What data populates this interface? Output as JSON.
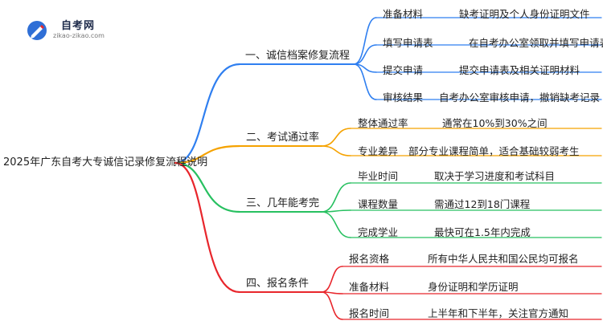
{
  "logo": {
    "title": "自考网",
    "url": "zikao-zikao.com"
  },
  "root": "2025年广东自考大专诚信记录修复流程说明",
  "colors": {
    "branch1": "#2f7ff0",
    "branch2": "#f5a200",
    "branch3": "#27c060",
    "branch4": "#e8262c"
  },
  "branches": [
    {
      "label": "一、诚信档案修复流程",
      "children": [
        {
          "label": "准备材料",
          "detail": "缺考证明及个人身份证明文件"
        },
        {
          "label": "填写申请表",
          "detail": "在自考办公室领取并填写申请表"
        },
        {
          "label": "提交申请",
          "detail": "提交申请表及相关证明材料"
        },
        {
          "label": "审核结果",
          "detail": "自考办公室审核申请，撤销缺考记录"
        }
      ]
    },
    {
      "label": "二、考试通过率",
      "children": [
        {
          "label": "整体通过率",
          "detail": "通常在10%到30%之间"
        },
        {
          "label": "专业差异",
          "detail": "部分专业课程简单，适合基础较弱考生"
        }
      ]
    },
    {
      "label": "三、几年能考完",
      "children": [
        {
          "label": "毕业时间",
          "detail": "取决于学习进度和考试科目"
        },
        {
          "label": "课程数量",
          "detail": "需通过12到18门课程"
        },
        {
          "label": "完成学业",
          "detail": "最快可在1.5年内完成"
        }
      ]
    },
    {
      "label": "四、报名条件",
      "children": [
        {
          "label": "报名资格",
          "detail": "所有中华人民共和国公民均可报名"
        },
        {
          "label": "准备材料",
          "detail": "身份证明和学历证明"
        },
        {
          "label": "报名时间",
          "detail": "上半年和下半年，关注官方通知"
        }
      ]
    }
  ]
}
